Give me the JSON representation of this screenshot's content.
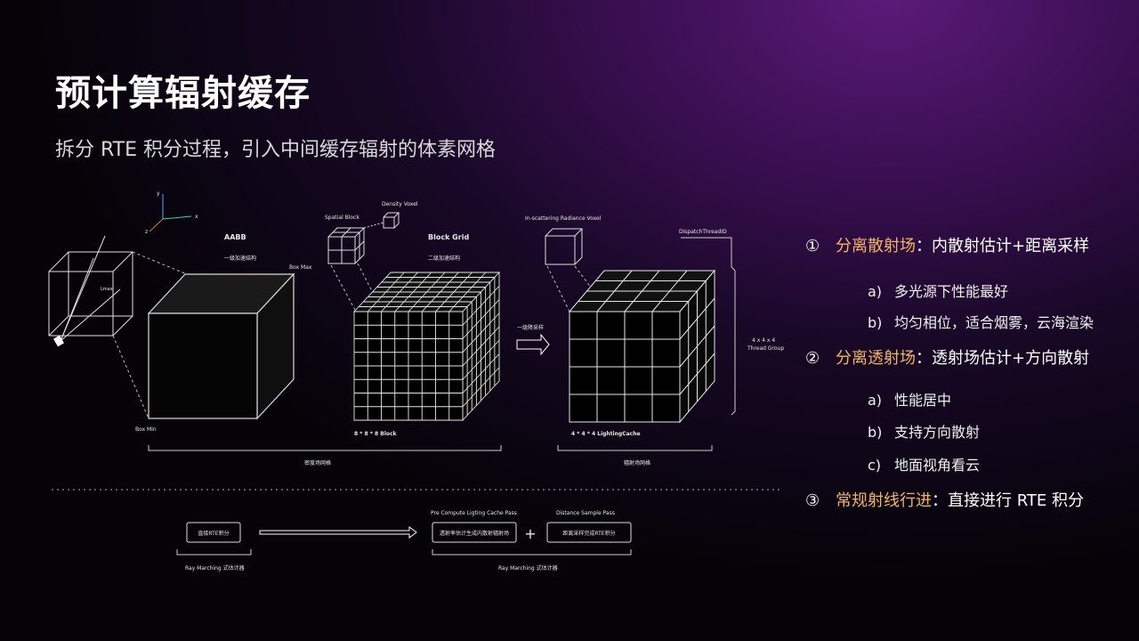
{
  "slide": {
    "title": "预计算辐射缓存",
    "subtitle": "拆分 RTE 积分过程，引入中间缓存辐射的体素网格"
  },
  "diagram": {
    "axis": {
      "y": "y",
      "x": "x",
      "z": "z"
    },
    "bbox_label": "Lmax",
    "aabb": {
      "title": "AABB",
      "subtitle": "一级加速结构",
      "box_max": "Box Max",
      "box_min": "Box Min"
    },
    "block_grid": {
      "title": "Block Grid",
      "subtitle": "二级加速结构",
      "spatial_block": "Spatial Block",
      "density_voxel": "Density Voxel",
      "size_label": "8 * 8 * 8 Block"
    },
    "density_grid_label": "密度场网格",
    "sample_arrow_label": "一级降采样",
    "lighting_cache": {
      "voxel_label": "In-scattering Radiance Voxel",
      "dispatch": "DispatchThreadID",
      "thread_group_1": "4 x 4 x 4",
      "thread_group_2": "Thread Group",
      "size_label": "4 * 4 * 4 LightingCache"
    },
    "radiance_grid_label": "辐射场网格",
    "pipeline": {
      "left_box": "直接RTE积分",
      "left_caption": "Ray Marching 式估计器",
      "pass1_title": "Pre Compute Ligting Cache Pass",
      "pass1_box": "透射率估计生成内散射辐射场",
      "plus": "+",
      "pass2_title": "Distance Sample Pass",
      "pass2_box": "距离采样完成RTE积分",
      "right_caption": "Ray Marching 式估计器"
    }
  },
  "bullets": {
    "items": [
      {
        "num": "①",
        "highlight": "分离散射场",
        "rest": "：内散射估计+距离采样",
        "subs": [
          {
            "letter": "a)",
            "text": "多光源下性能最好"
          },
          {
            "letter": "b)",
            "text": "均匀相位，适合烟雾，云海渲染"
          }
        ]
      },
      {
        "num": "②",
        "highlight": "分离透射场",
        "rest": "：透射场估计+方向散射",
        "subs": [
          {
            "letter": "a)",
            "text": "性能居中"
          },
          {
            "letter": "b)",
            "text": "支持方向散射"
          },
          {
            "letter": "c)",
            "text": "地面视角看云"
          }
        ]
      },
      {
        "num": "③",
        "highlight": "常规射线行进",
        "rest": "：直接进行 RTE 积分",
        "subs": []
      }
    ]
  },
  "colors": {
    "highlight": "#f2b36a",
    "accent_purple": "#5b1a78"
  }
}
